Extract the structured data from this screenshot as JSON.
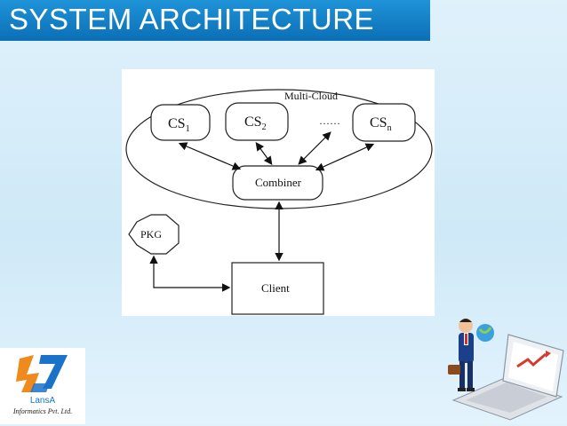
{
  "slide": {
    "title": "SYSTEM ARCHITECTURE"
  },
  "diagram": {
    "cloud_label": "Multi-Cloud",
    "servers": [
      {
        "base": "CS",
        "sub": "1"
      },
      {
        "base": "CS",
        "sub": "2"
      },
      {
        "base": "CS",
        "sub": "n"
      }
    ],
    "ellipsis": "……",
    "combiner_label": "Combiner",
    "pkg_label": "PKG",
    "client_label": "Client"
  },
  "logo": {
    "brand": "LansA",
    "tagline": "Informatics Pvt. Ltd."
  },
  "colors": {
    "title_bar": "#0b6fb6",
    "logo_orange": "#f08a1c",
    "logo_blue": "#1a73c8"
  }
}
